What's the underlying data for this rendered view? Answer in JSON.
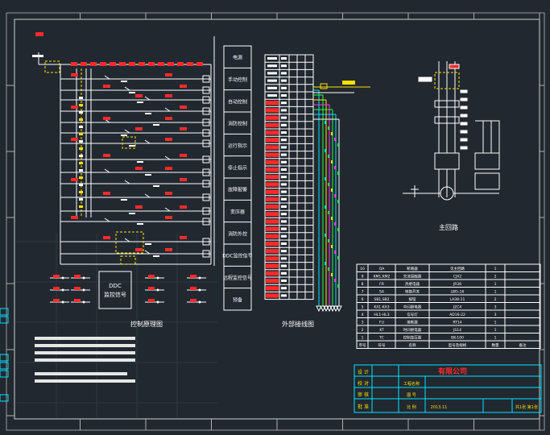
{
  "labels": {
    "control_title": "控制原理图",
    "terminal_title": "外部接线图",
    "main_title": "主回路",
    "ddc_line1": "DDC",
    "ddc_line2": "监控信号",
    "company": "有限公司",
    "tb_r1": "设 计",
    "tb_r2": "校 对",
    "tb_r3": "审 核",
    "tb_r4": "批 准",
    "tb_mid1": "工程名称",
    "tb_mid2": "图 号",
    "tb_mid3": "比 例",
    "tb_date": "2013.11",
    "tb_sheet": "共1张 第1张"
  },
  "side_labels": [
    "电源",
    "手动控制",
    "自动控制",
    "消防控制",
    "运行指示",
    "停止指示",
    "故障报警",
    "变压器",
    "消防外控",
    "DDC监控信号",
    "远程监控信号",
    "预备"
  ],
  "colors": {
    "background": "#212830",
    "line": "#ffffff",
    "red": "#ff2a2a",
    "yellow": "#ffe000",
    "cyan": "#00e5ff",
    "green": "#22ff33",
    "magenta": "#ff33ff",
    "frame": "#b0b0b0"
  },
  "components_table": {
    "columns": [
      "序号",
      "符号",
      "名称",
      "型号及规格",
      "数量",
      "备注"
    ],
    "rows": [
      [
        "10",
        "QA",
        "断路器",
        "见主回路",
        "1",
        ""
      ],
      [
        "9",
        "KM1,KM2",
        "交流接触器",
        "CJX2",
        "2",
        ""
      ],
      [
        "8",
        "FR",
        "热继电器",
        "JR36",
        "1",
        ""
      ],
      [
        "7",
        "SA",
        "转换开关",
        "LW5-16",
        "1",
        ""
      ],
      [
        "6",
        "SB1,SB2",
        "按钮",
        "LA38-11",
        "2",
        ""
      ],
      [
        "5",
        "KA1-KA3",
        "中间继电器",
        "JZC4",
        "3",
        ""
      ],
      [
        "4",
        "HL1-HL3",
        "信号灯",
        "AD16-22",
        "3",
        ""
      ],
      [
        "3",
        "FU",
        "熔断器",
        "RT14",
        "1",
        ""
      ],
      [
        "2",
        "KT",
        "时间继电器",
        "JS14",
        "1",
        ""
      ],
      [
        "1",
        "TC",
        "控制变压器",
        "BK-100",
        "1",
        ""
      ]
    ]
  }
}
